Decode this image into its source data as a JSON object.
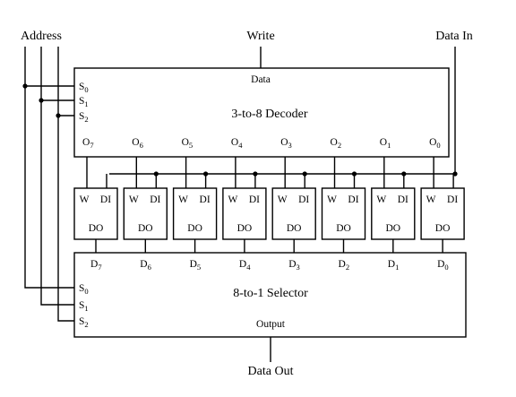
{
  "labels": {
    "address": "Address",
    "write": "Write",
    "data_in": "Data In",
    "data_out": "Data Out"
  },
  "decoder": {
    "title": "3-to-8 Decoder",
    "data_pin": "Data",
    "select_pins": [
      {
        "base": "S",
        "sub": "0"
      },
      {
        "base": "S",
        "sub": "1"
      },
      {
        "base": "S",
        "sub": "2"
      }
    ],
    "outputs": [
      {
        "base": "O",
        "sub": "7"
      },
      {
        "base": "O",
        "sub": "6"
      },
      {
        "base": "O",
        "sub": "5"
      },
      {
        "base": "O",
        "sub": "4"
      },
      {
        "base": "O",
        "sub": "3"
      },
      {
        "base": "O",
        "sub": "2"
      },
      {
        "base": "O",
        "sub": "1"
      },
      {
        "base": "O",
        "sub": "0"
      }
    ]
  },
  "cells": {
    "count": 8,
    "w_label": "W",
    "di_label": "DI",
    "do_label": "DO"
  },
  "selector": {
    "title": "8-to-1 Selector",
    "output_pin": "Output",
    "select_pins": [
      {
        "base": "S",
        "sub": "0"
      },
      {
        "base": "S",
        "sub": "1"
      },
      {
        "base": "S",
        "sub": "2"
      }
    ],
    "inputs": [
      {
        "base": "D",
        "sub": "7"
      },
      {
        "base": "D",
        "sub": "6"
      },
      {
        "base": "D",
        "sub": "5"
      },
      {
        "base": "D",
        "sub": "4"
      },
      {
        "base": "D",
        "sub": "3"
      },
      {
        "base": "D",
        "sub": "2"
      },
      {
        "base": "D",
        "sub": "1"
      },
      {
        "base": "D",
        "sub": "0"
      }
    ]
  }
}
